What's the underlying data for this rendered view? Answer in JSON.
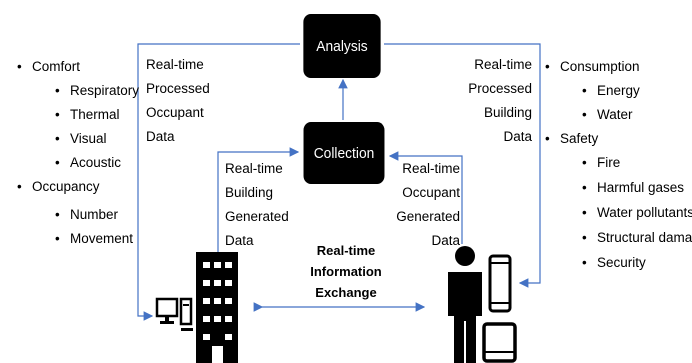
{
  "boxes": {
    "analysis": "Analysis",
    "collection": "Collection"
  },
  "labels": {
    "left_top": [
      "Real-time",
      "Processed",
      "Occupant",
      "Data"
    ],
    "right_top": [
      "Real-time",
      "Processed",
      "Building",
      "Data"
    ],
    "left_mid": [
      "Real-time",
      "Building",
      "Generated",
      "Data"
    ],
    "right_mid": [
      "Real-time",
      "Occupant",
      "Generated",
      "Data"
    ],
    "exchange": [
      "Real-time",
      "Information",
      "Exchange"
    ]
  },
  "left_list": {
    "comfort": "Comfort",
    "comfort_items": [
      "Respiratory",
      "Thermal",
      "Visual",
      "Acoustic"
    ],
    "occupancy": "Occupancy",
    "occupancy_items": [
      "Number",
      "Movement"
    ]
  },
  "right_list": {
    "consumption": "Consumption",
    "consumption_items": [
      "Energy",
      "Water"
    ],
    "safety": "Safety",
    "safety_items": [
      "Fire",
      "Harmful gases",
      "Water pollutants",
      "Structural damage",
      "Security"
    ]
  },
  "colors": {
    "connector": "#4472c4",
    "box": "#000000"
  },
  "icons": [
    "building-icon",
    "computer-icon",
    "person-icon",
    "phone-icon",
    "tablet-icon"
  ]
}
